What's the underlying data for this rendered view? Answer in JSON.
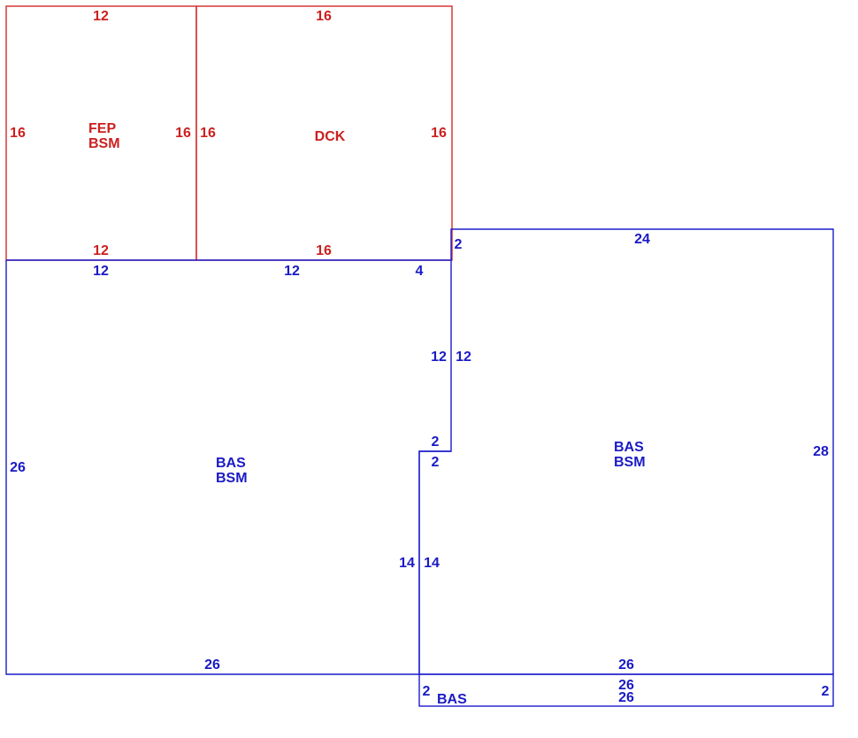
{
  "colors": {
    "red": "#cc1f1f",
    "blue": "#1a1ac4"
  },
  "areas": {
    "fep_line1": "FEP",
    "fep_line2": "BSM",
    "dck": "DCK",
    "bas_left_line1": "BAS",
    "bas_left_line2": "BSM",
    "bas_right_line1": "BAS",
    "bas_right_line2": "BSM",
    "bas_bottom": "BAS"
  },
  "dimensions": {
    "fep_top": "12",
    "fep_left": "16",
    "fep_right": "16",
    "fep_bottom": "12",
    "dck_top": "16",
    "dck_left": "16",
    "dck_right": "16",
    "dck_bottom": "16",
    "bas_left_top_a": "12",
    "bas_left_top_b": "12",
    "bas_left_top_c": "4",
    "bas_left_left": "26",
    "bas_left_notch_vert": "12",
    "bas_left_notch_horiz": "2",
    "bas_left_lower_vert": "14",
    "bas_left_bottom": "26",
    "bas_right_top_step": "2",
    "bas_right_top": "24",
    "bas_right_upper_vert": "12",
    "bas_right_notch_horiz": "2",
    "bas_right_lower_vert": "14",
    "bas_right_right": "28",
    "bas_right_bottom": "26",
    "strip_top": "26",
    "strip_bottom": "26",
    "strip_left": "2",
    "strip_right": "2"
  }
}
